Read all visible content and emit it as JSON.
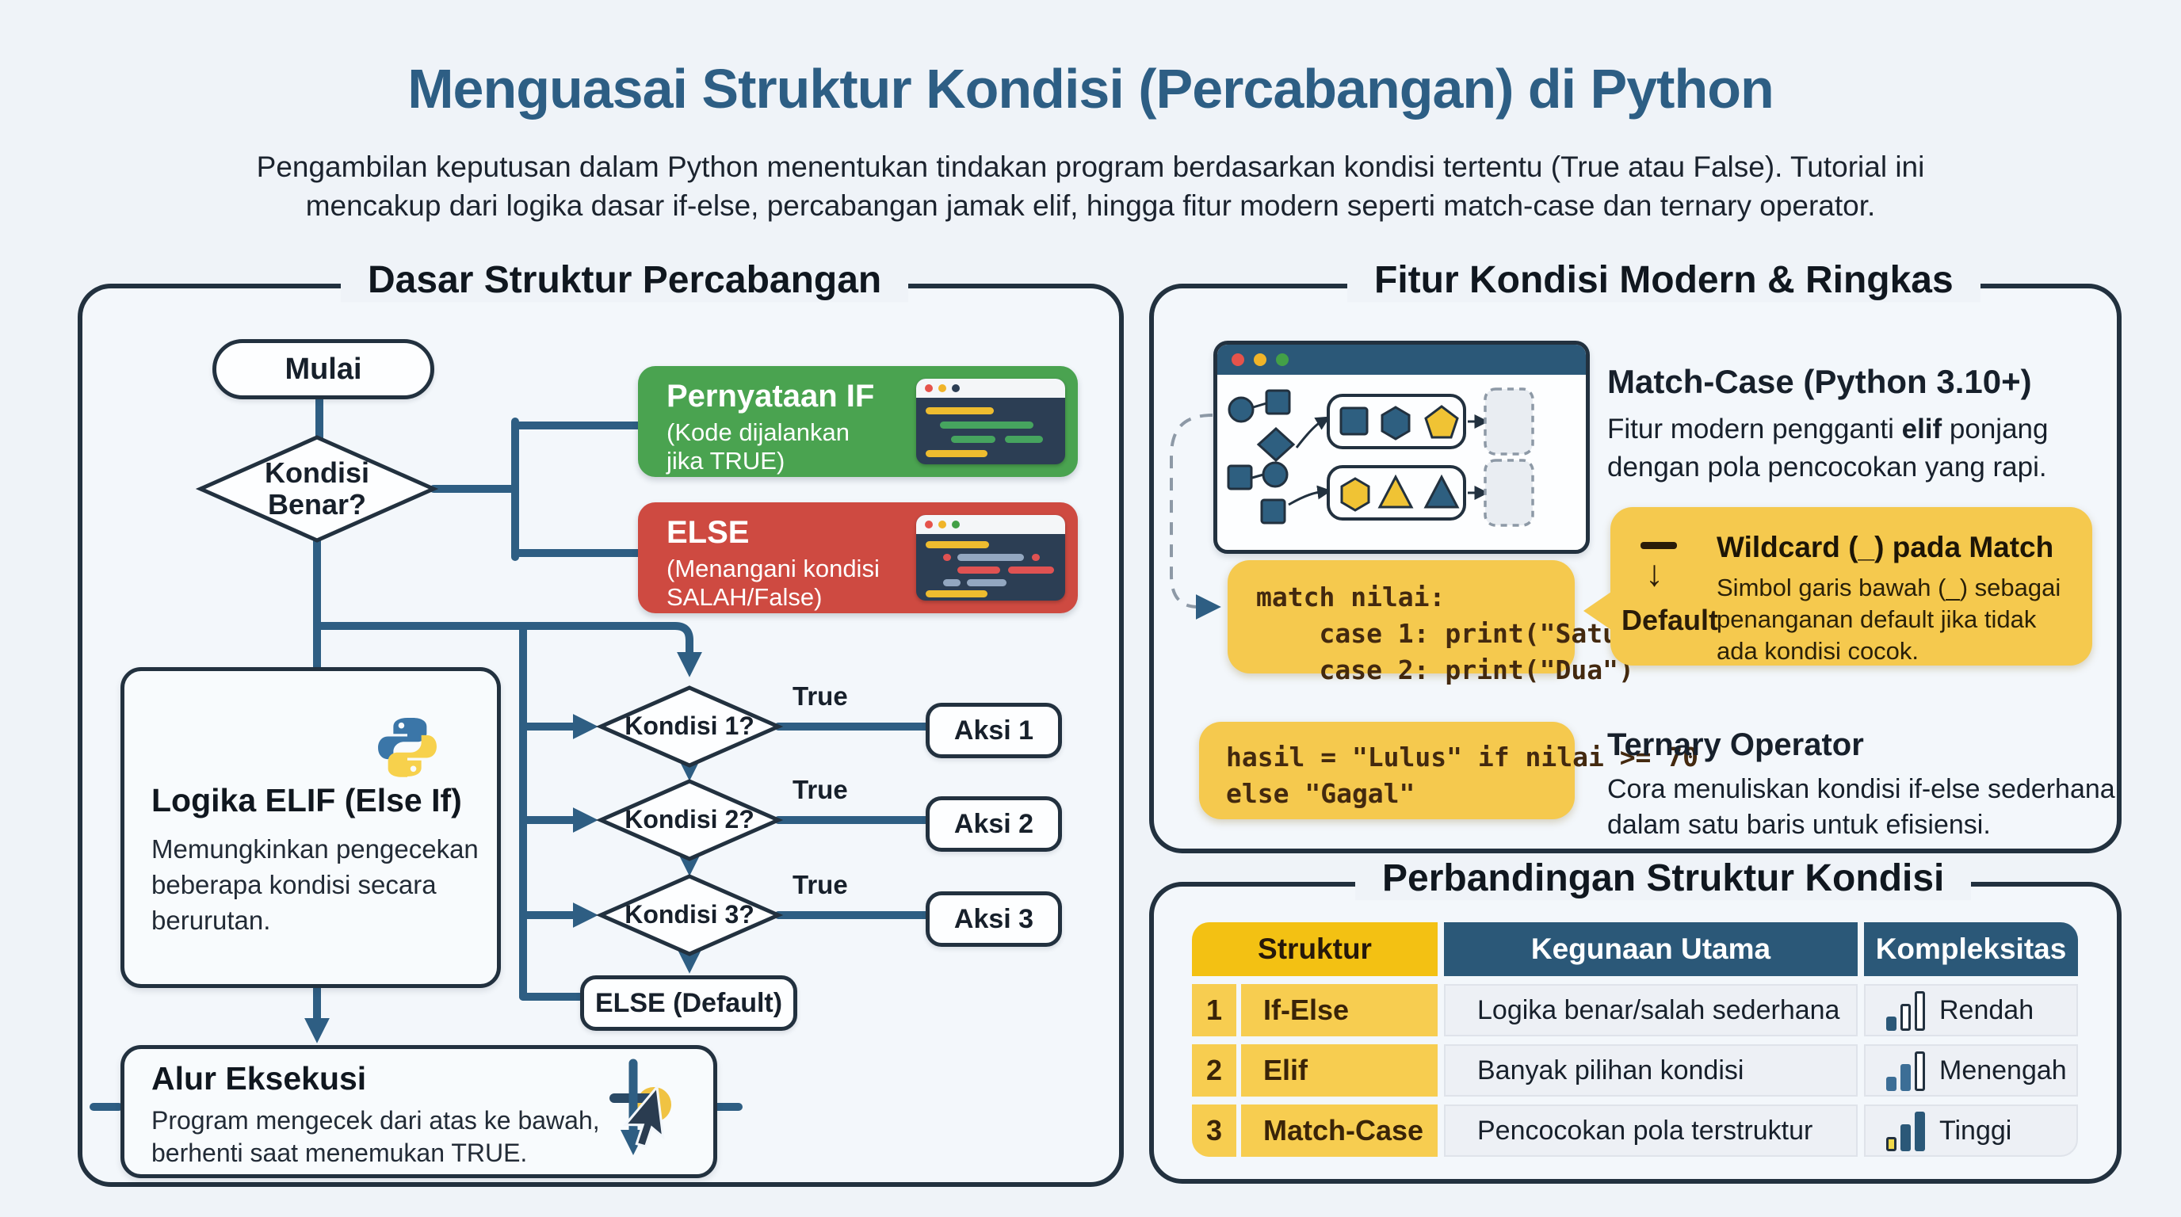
{
  "page": {
    "title": "Menguasai Struktur Kondisi (Percabangan) di Python",
    "subtitle_line1": "Pengambilan keputusan dalam Python menentukan tindakan program berdasarkan kondisi tertentu (True atau False). Tutorial ini",
    "subtitle_line2": "mencakup dari logika dasar if-else, percabangan jamak elif, hingga fitur modern seperti match-case dan ternary operator."
  },
  "colors": {
    "accent_blue": "#2d5e84",
    "flow_steel": "#2e5e83",
    "green": "#4aa350",
    "red": "#ce4a41",
    "yellow": "#f5c94e",
    "yellow_strong": "#f3c113",
    "navy_header": "#2b5878",
    "border_ink": "#22313f"
  },
  "left_panel": {
    "header": "Dasar Struktur Percabangan",
    "mulai": "Mulai",
    "decision_line1": "Kondisi",
    "decision_line2": "Benar?",
    "if_box": {
      "title": "Pernyataan IF",
      "desc_line1": "(Kode dijalankan",
      "desc_line2": "jika TRUE)"
    },
    "else_box": {
      "title": "ELSE",
      "desc_line1": "(Menangani kondisi",
      "desc_line2": "SALAH/False)"
    },
    "elif_box": {
      "title": "Logika ELIF (Else If)",
      "desc_line1": "Memungkinkan pengecekan",
      "desc_line2": "beberapa kondisi secara",
      "desc_line3": "berurutan."
    },
    "kondisi1": "Kondisi 1?",
    "kondisi2": "Kondisi 2?",
    "kondisi3": "Kondisi 3?",
    "true1": "True",
    "true2": "True",
    "true3": "True",
    "aksi1": "Aksi 1",
    "aksi2": "Aksi 2",
    "aksi3": "Aksi 3",
    "else_default": "ELSE (Default)",
    "alur": {
      "title": "Alur Eksekusi",
      "desc_line1": "Program mengecek dari atas ke bawah,",
      "desc_line2": "berhenti saat menemukan TRUE."
    }
  },
  "right_top_panel": {
    "header": "Fitur Kondisi Modern & Ringkas",
    "match_case": {
      "title": "Match-Case (Python 3.10+)",
      "desc_pre": "Fitur modern pengganti ",
      "desc_bold": "elif",
      "desc_post": " ponjang",
      "desc_line2": "dengan pola pencocokan yang rapi."
    },
    "match_code": {
      "line1": "match nilai:",
      "line2": "    case 1: print(\"Satu\")",
      "line3": "    case 2: print(\"Dua\")"
    },
    "wildcard": {
      "default_label": "Default",
      "title": "Wildcard (_) pada Match",
      "desc_line1": "Simbol garis bawah (_) sebagai",
      "desc_line2": "penanganan default jika tidak",
      "desc_line3": "ada kondisi cocok."
    },
    "ternary": {
      "code_line1": "hasil = \"Lulus\" if nilai >= 70",
      "code_line2": "else \"Gagal\"",
      "title": "Ternary Operator",
      "desc_line1": "Cora menuliskan kondisi if-else sederhana",
      "desc_line2": "dalam satu baris untuk efisiensi."
    }
  },
  "right_bottom_panel": {
    "header": "Perbandingan Struktur Kondisi",
    "table": {
      "col_struktur": "Struktur",
      "col_kegunaan": "Kegunaan Utama",
      "col_kompleksitas": "Kompleksitas",
      "rows": [
        {
          "num": "1",
          "name": "If-Else",
          "usage": "Logika benar/salah sederhana",
          "level": "Rendah"
        },
        {
          "num": "2",
          "name": "Elif",
          "usage": "Banyak pilihan kondisi",
          "level": "Menengah"
        },
        {
          "num": "3",
          "name": "Match-Case",
          "usage": "Pencocokan pola terstruktur",
          "level": "Tinggi"
        }
      ]
    }
  }
}
